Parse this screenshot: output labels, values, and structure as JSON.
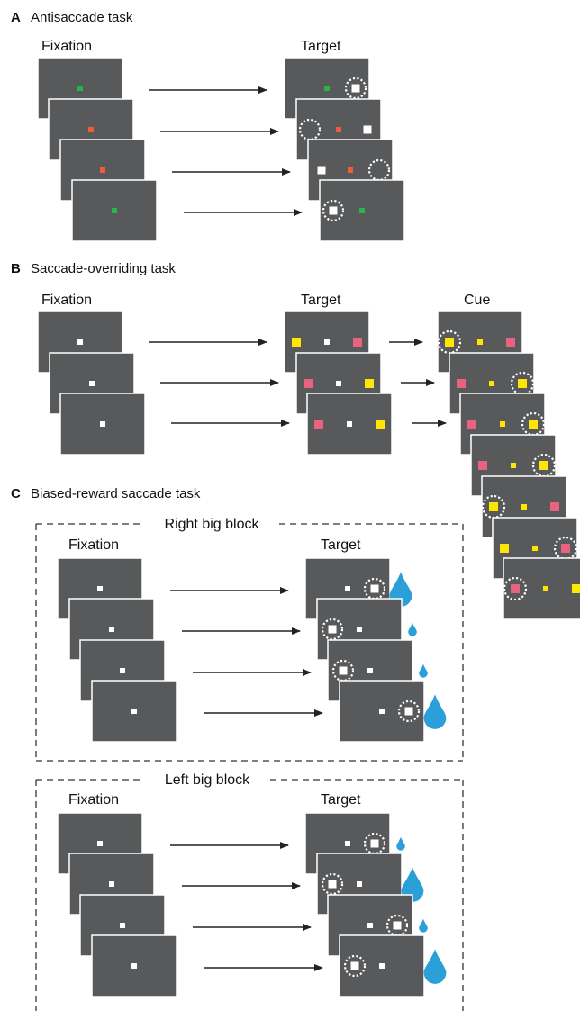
{
  "colors": {
    "screen": "#58595b",
    "screen_edge": "#ffffff",
    "green": "#2bb34a",
    "red": "#f15a3a",
    "white": "#ffffff",
    "yellow": "#ffe600",
    "pink": "#e8637f",
    "water": "#2a9fd8",
    "arrow": "#222222",
    "dash": "#333333"
  },
  "icons": {
    "reward": "water-drop-icon",
    "gaze_window": "dotted-circle-icon",
    "transition": "arrow-right-icon"
  },
  "sections": {
    "A": {
      "letter": "A",
      "title": "Antisaccade task",
      "col1": "Fixation",
      "col2": "Target"
    },
    "B": {
      "letter": "B",
      "title": "Saccade-overriding task",
      "col1": "Fixation",
      "col2": "Target",
      "col3": "Cue"
    },
    "C": {
      "letter": "C",
      "title": "Biased-reward saccade task",
      "blocks": [
        {
          "label": "Right big block",
          "col1": "Fixation",
          "col2": "Target"
        },
        {
          "label": "Left big block",
          "col1": "Fixation",
          "col2": "Target"
        }
      ]
    }
  }
}
